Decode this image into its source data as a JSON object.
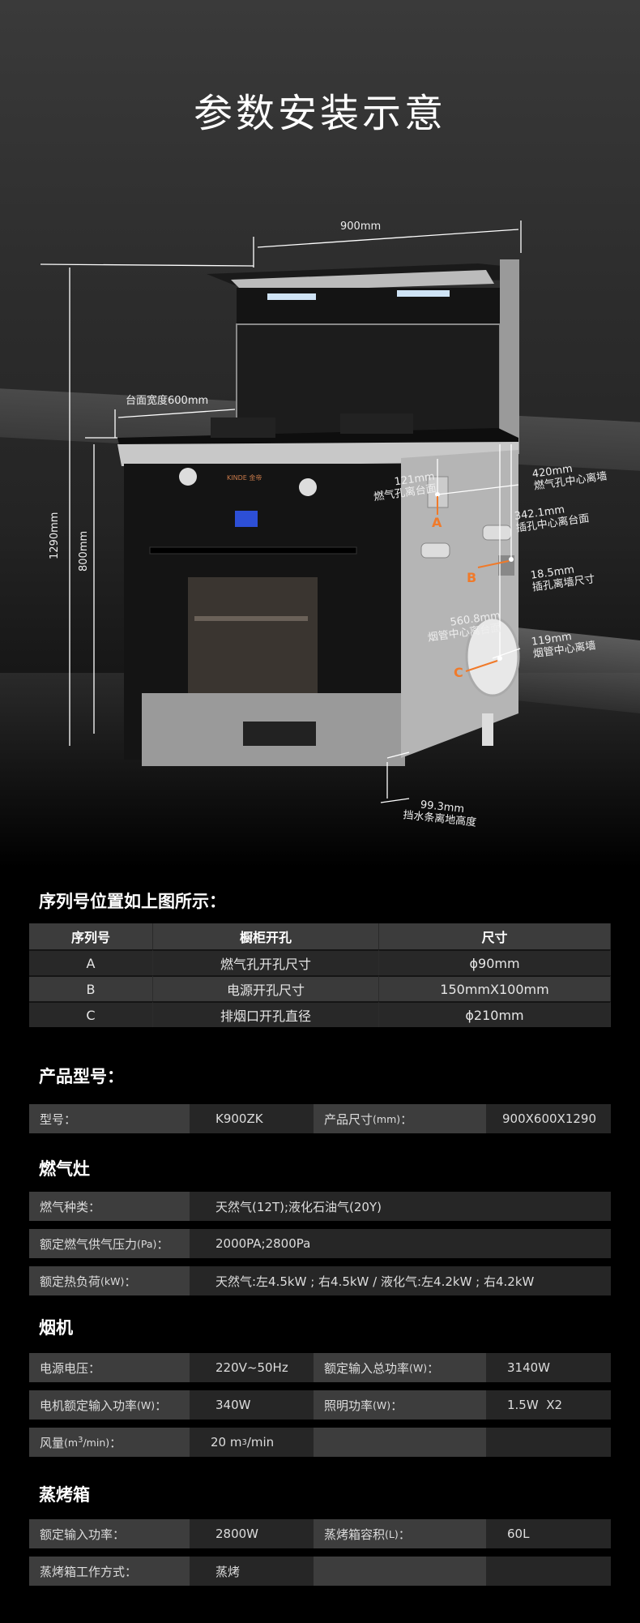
{
  "title": "参数安装示意",
  "dims": {
    "width": "900mm",
    "total_height": "1290mm",
    "counter_height": "800mm",
    "counter_depth": "台面宽度600mm",
    "gas_hole_top_value": "121mm",
    "gas_hole_top_label": "燃气孔离台面",
    "gas_hole_wall_value": "420mm",
    "gas_hole_wall_label": "燃气孔中心离墙",
    "socket_top_value": "342.1mm",
    "socket_top_label": "插孔中心离台面",
    "socket_wall_value": "18.5mm",
    "socket_wall_label": "插孔离墙尺寸",
    "flue_top_value": "560.8mm",
    "flue_top_label": "烟管中心离台面",
    "flue_wall_value": "119mm",
    "flue_wall_label": "烟管中心离墙",
    "skirting_value": "99.3mm",
    "skirting_label": "挡水条离地高度",
    "marker_a": "A",
    "marker_b": "B",
    "marker_c": "C",
    "brand": "KINDE 金帝"
  },
  "serial": {
    "heading": "序列号位置如上图所示：",
    "headers": [
      "序列号",
      "橱柜开孔",
      "尺寸"
    ],
    "rows": [
      [
        "A",
        "燃气孔开孔尺寸",
        "ϕ90mm"
      ],
      [
        "B",
        "电源开孔尺寸",
        "150mmX100mm"
      ],
      [
        "C",
        "排烟口开孔直径",
        "ϕ210mm"
      ]
    ]
  },
  "model": {
    "heading": "产品型号：",
    "label": "型号：",
    "value": "K900ZK",
    "size_label": "产品尺寸",
    "size_unit": "(mm)",
    "size_colon": "：",
    "size_value": "900X600X1290"
  },
  "stove": {
    "heading": "燃气灶",
    "rows": [
      {
        "label": "燃气种类：",
        "value": "天然气(12T);液化石油气(20Y)"
      },
      {
        "label": "额定燃气供气压力",
        "unit": "(Pa)",
        "colon": "：",
        "value": "2000PA;2800Pa"
      },
      {
        "label": "额定热负荷",
        "unit": "(kW)",
        "colon": "：",
        "value": "天然气:左4.5kW ; 右4.5kW / 液化气:左4.2kW ; 右4.2kW"
      }
    ]
  },
  "hood": {
    "heading": "烟机",
    "voltage_label": "电源电压：",
    "voltage": "220V~50Hz",
    "total_power_label": "额定输入总功率",
    "total_power_unit": "(W)",
    "colon": "：",
    "total_power": "3140W",
    "motor_label": "电机额定输入功率",
    "motor_unit": "(W)",
    "motor": "340W",
    "light_label": "照明功率",
    "light_unit": "(W)",
    "light": "1.5W  X2",
    "air_label": "风量",
    "air_unit_pre": "(m",
    "air_unit_sup": "3",
    "air_unit_post": "/min)",
    "air_value_pre": "20 m",
    "air_value_sup": "3",
    "air_value_post": "/min"
  },
  "oven": {
    "heading": "蒸烤箱",
    "power_label": "额定输入功率：",
    "power": "2800W",
    "volume_label": "蒸烤箱容积",
    "volume_unit": "(L)",
    "colon": "：",
    "volume": "60L",
    "mode_label": "蒸烤箱工作方式：",
    "mode": "蒸烤"
  }
}
